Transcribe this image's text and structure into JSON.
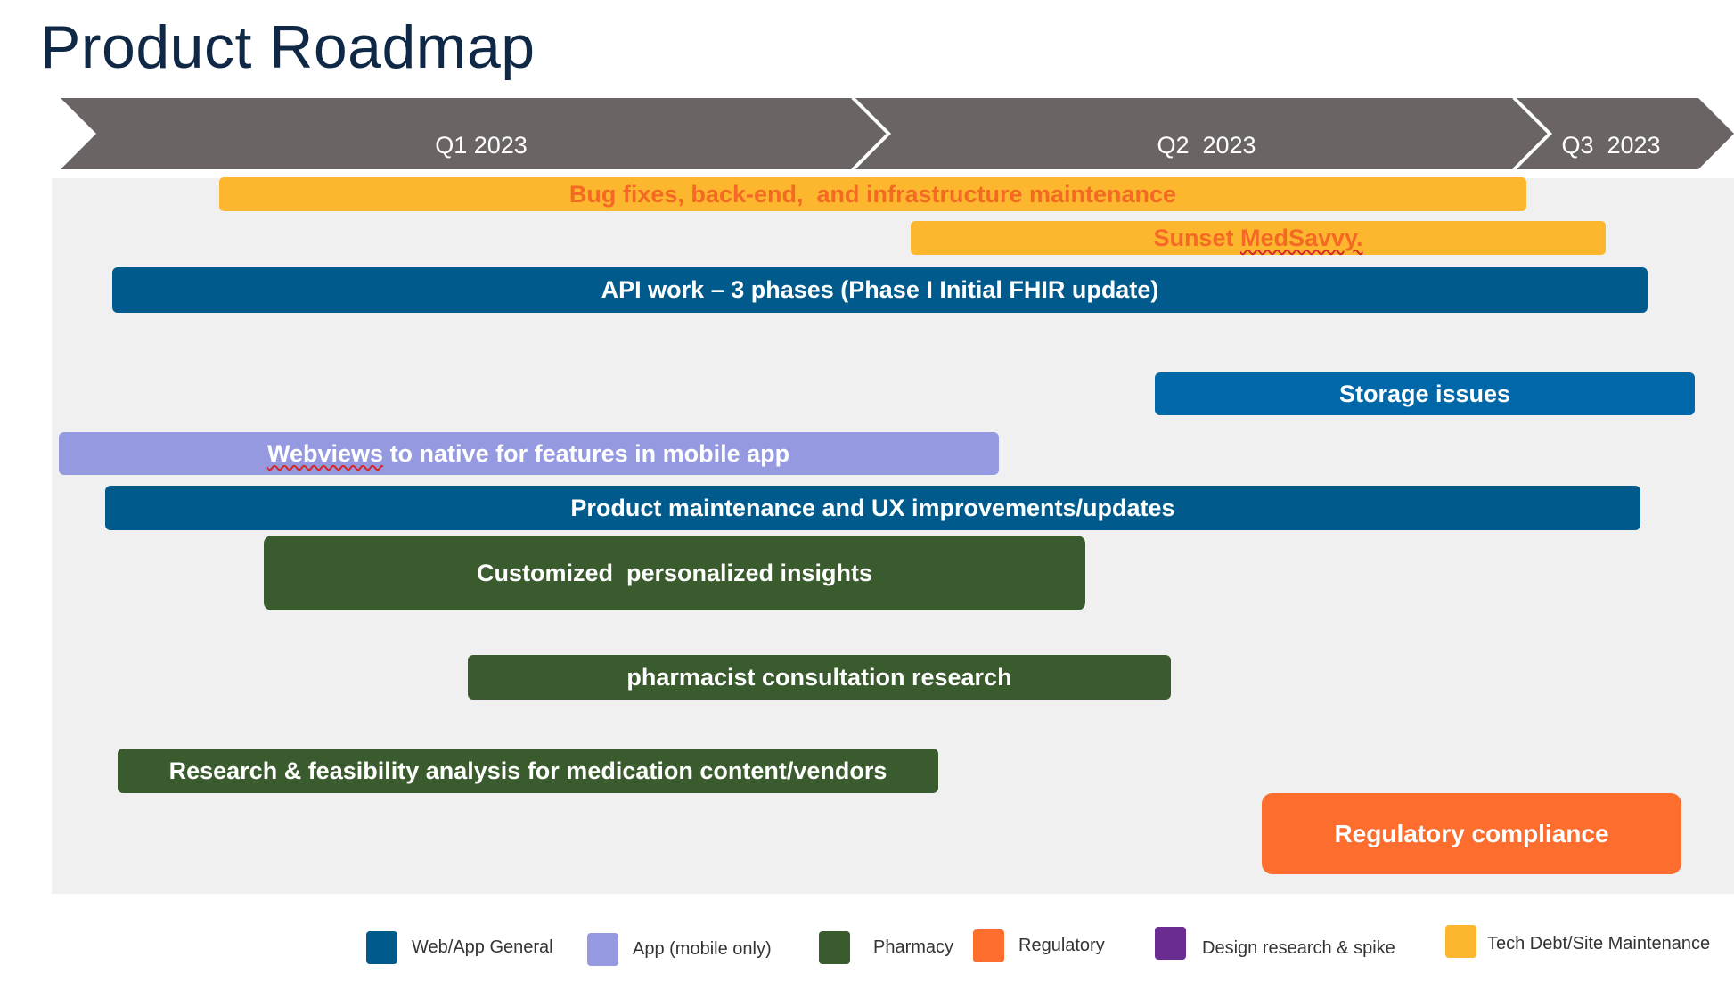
{
  "title": "Product Roadmap",
  "quarters": [
    {
      "label": "Q1 2023"
    },
    {
      "label": "Q2  2023"
    },
    {
      "label": "Q3  2023"
    }
  ],
  "bars": [
    {
      "pre": "Bug fixes, back-end,  and infrastructure maintenance",
      "wavy": "",
      "post": "",
      "category": "techdebt"
    },
    {
      "pre": "Sunset ",
      "wavy": "MedSavvy.",
      "post": "",
      "category": "techdebt"
    },
    {
      "pre": "API work – 3 phases (Phase I Initial FHIR update)",
      "wavy": "",
      "post": "",
      "category": "web"
    },
    {
      "pre": "Storage issues",
      "wavy": "",
      "post": "",
      "category": "web"
    },
    {
      "pre": "",
      "wavy": "Webviews",
      "post": " to native for features in mobile app",
      "category": "mobile"
    },
    {
      "pre": "Product maintenance and UX improvements/updates",
      "wavy": "",
      "post": "",
      "category": "web"
    },
    {
      "pre": "Customized  personalized insights",
      "wavy": "",
      "post": "",
      "category": "pharmacy"
    },
    {
      "pre": "pharmacist consultation research",
      "wavy": "",
      "post": "",
      "category": "pharmacy"
    },
    {
      "pre": "Research & feasibility analysis for medication content/vendors",
      "wavy": "",
      "post": "",
      "category": "pharmacy"
    },
    {
      "pre": "Regulatory compliance",
      "wavy": "",
      "post": "",
      "category": "regulatory"
    }
  ],
  "legend": [
    {
      "label": "Web/App General",
      "color": "#005b8c"
    },
    {
      "label": "App (mobile only)",
      "color": "#959ae0"
    },
    {
      "label": "Pharmacy",
      "color": "#3a5b2d"
    },
    {
      "label": "Regulatory",
      "color": "#fd6d2d"
    },
    {
      "label": "Design research & spike",
      "color": "#6b2c91"
    },
    {
      "label": "Tech Debt/Site Maintenance",
      "color": "#fdb72f"
    }
  ]
}
